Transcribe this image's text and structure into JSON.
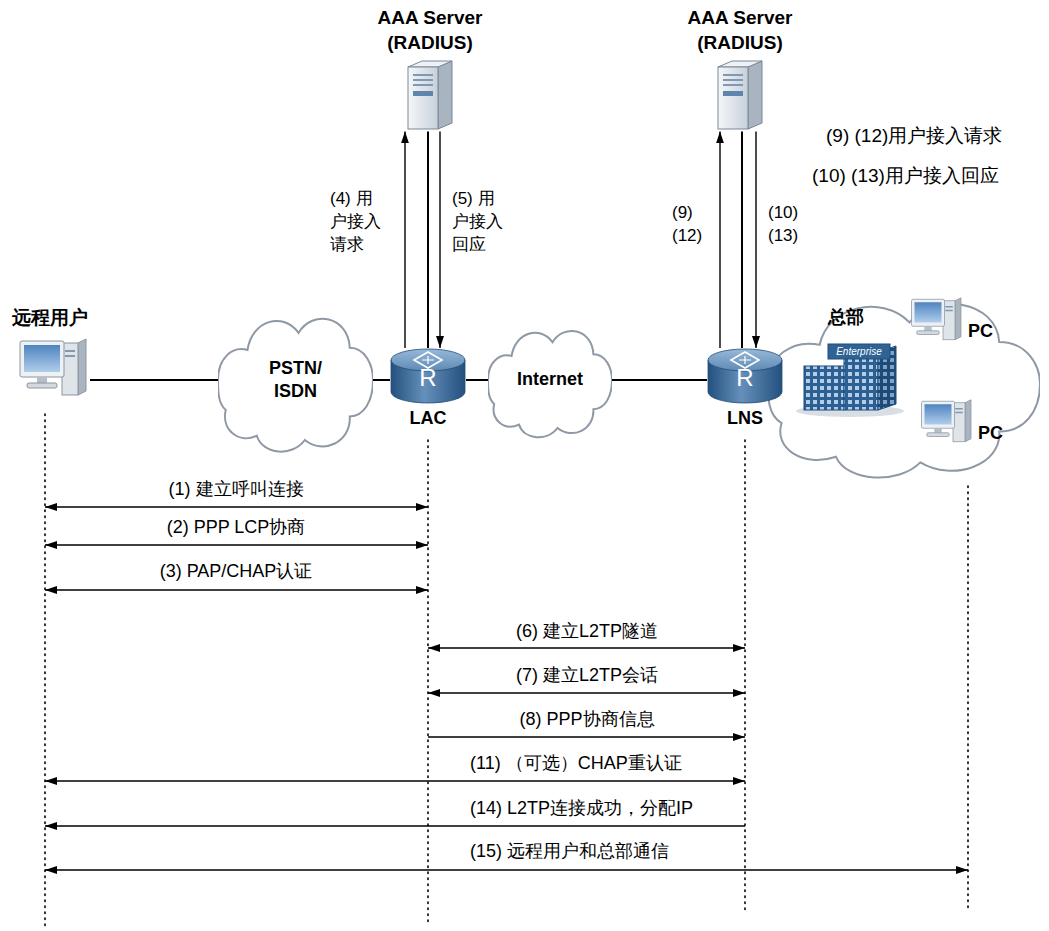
{
  "diagram": {
    "nodes": [
      {
        "text": [
          "AAA Server (RADIUS)"
        ]
      },
      {
        "text": [
          "AAA Server (RADIUS)"
        ]
      },
      {
        "text": [
          "远程用户"
        ]
      },
      {
        "text": [
          "PSTN/ISDN"
        ]
      },
      {
        "text": [
          "R",
          "LAC"
        ]
      },
      {
        "text": [
          "Internet"
        ]
      },
      {
        "text": [
          "R",
          "LNS"
        ]
      },
      {
        "text": [
          "总部"
        ]
      },
      {
        "text": [
          "PC"
        ],
        "in": 7
      },
      {
        "text": [
          "PC"
        ],
        "in": 7
      }
    ],
    "edges": [
      {
        "from": 2,
        "to": 3,
        "arrow": "none"
      },
      {
        "from": 3,
        "to": 4,
        "arrow": "none"
      },
      {
        "from": 4,
        "to": 5,
        "arrow": "none"
      },
      {
        "from": 5,
        "to": 6,
        "arrow": "none"
      },
      {
        "from": 0,
        "to": 4,
        "arrow": "none"
      },
      {
        "from": 4,
        "to": 0,
        "label": "(4) 用户接入请求",
        "arrow": "to"
      },
      {
        "from": 0,
        "to": 4,
        "label": "(5) 用户接入回应",
        "arrow": "to"
      },
      {
        "from": 1,
        "to": 6,
        "arrow": "none"
      },
      {
        "from": 6,
        "to": 1,
        "label": "(9) (12)",
        "arrow": "to"
      },
      {
        "from": 1,
        "to": 6,
        "label": "(10) (13)",
        "arrow": "to"
      }
    ],
    "labels": [
      "(9) (12)用户接入请求",
      "(10) (13)用户接入回应",
      "Enterprise",
      "(1) 建立呼叫连接",
      "(2) PPP LCP协商",
      "(3) PAP/CHAP认证",
      "(6) 建立L2TP隧道",
      "(7) 建立L2TP会话",
      "(8) PPP协商信息",
      "(11) （可选）CHAP重认证",
      "(14) L2TP连接成功，分配IP",
      "(15) 远程用户和总部通信"
    ]
  }
}
